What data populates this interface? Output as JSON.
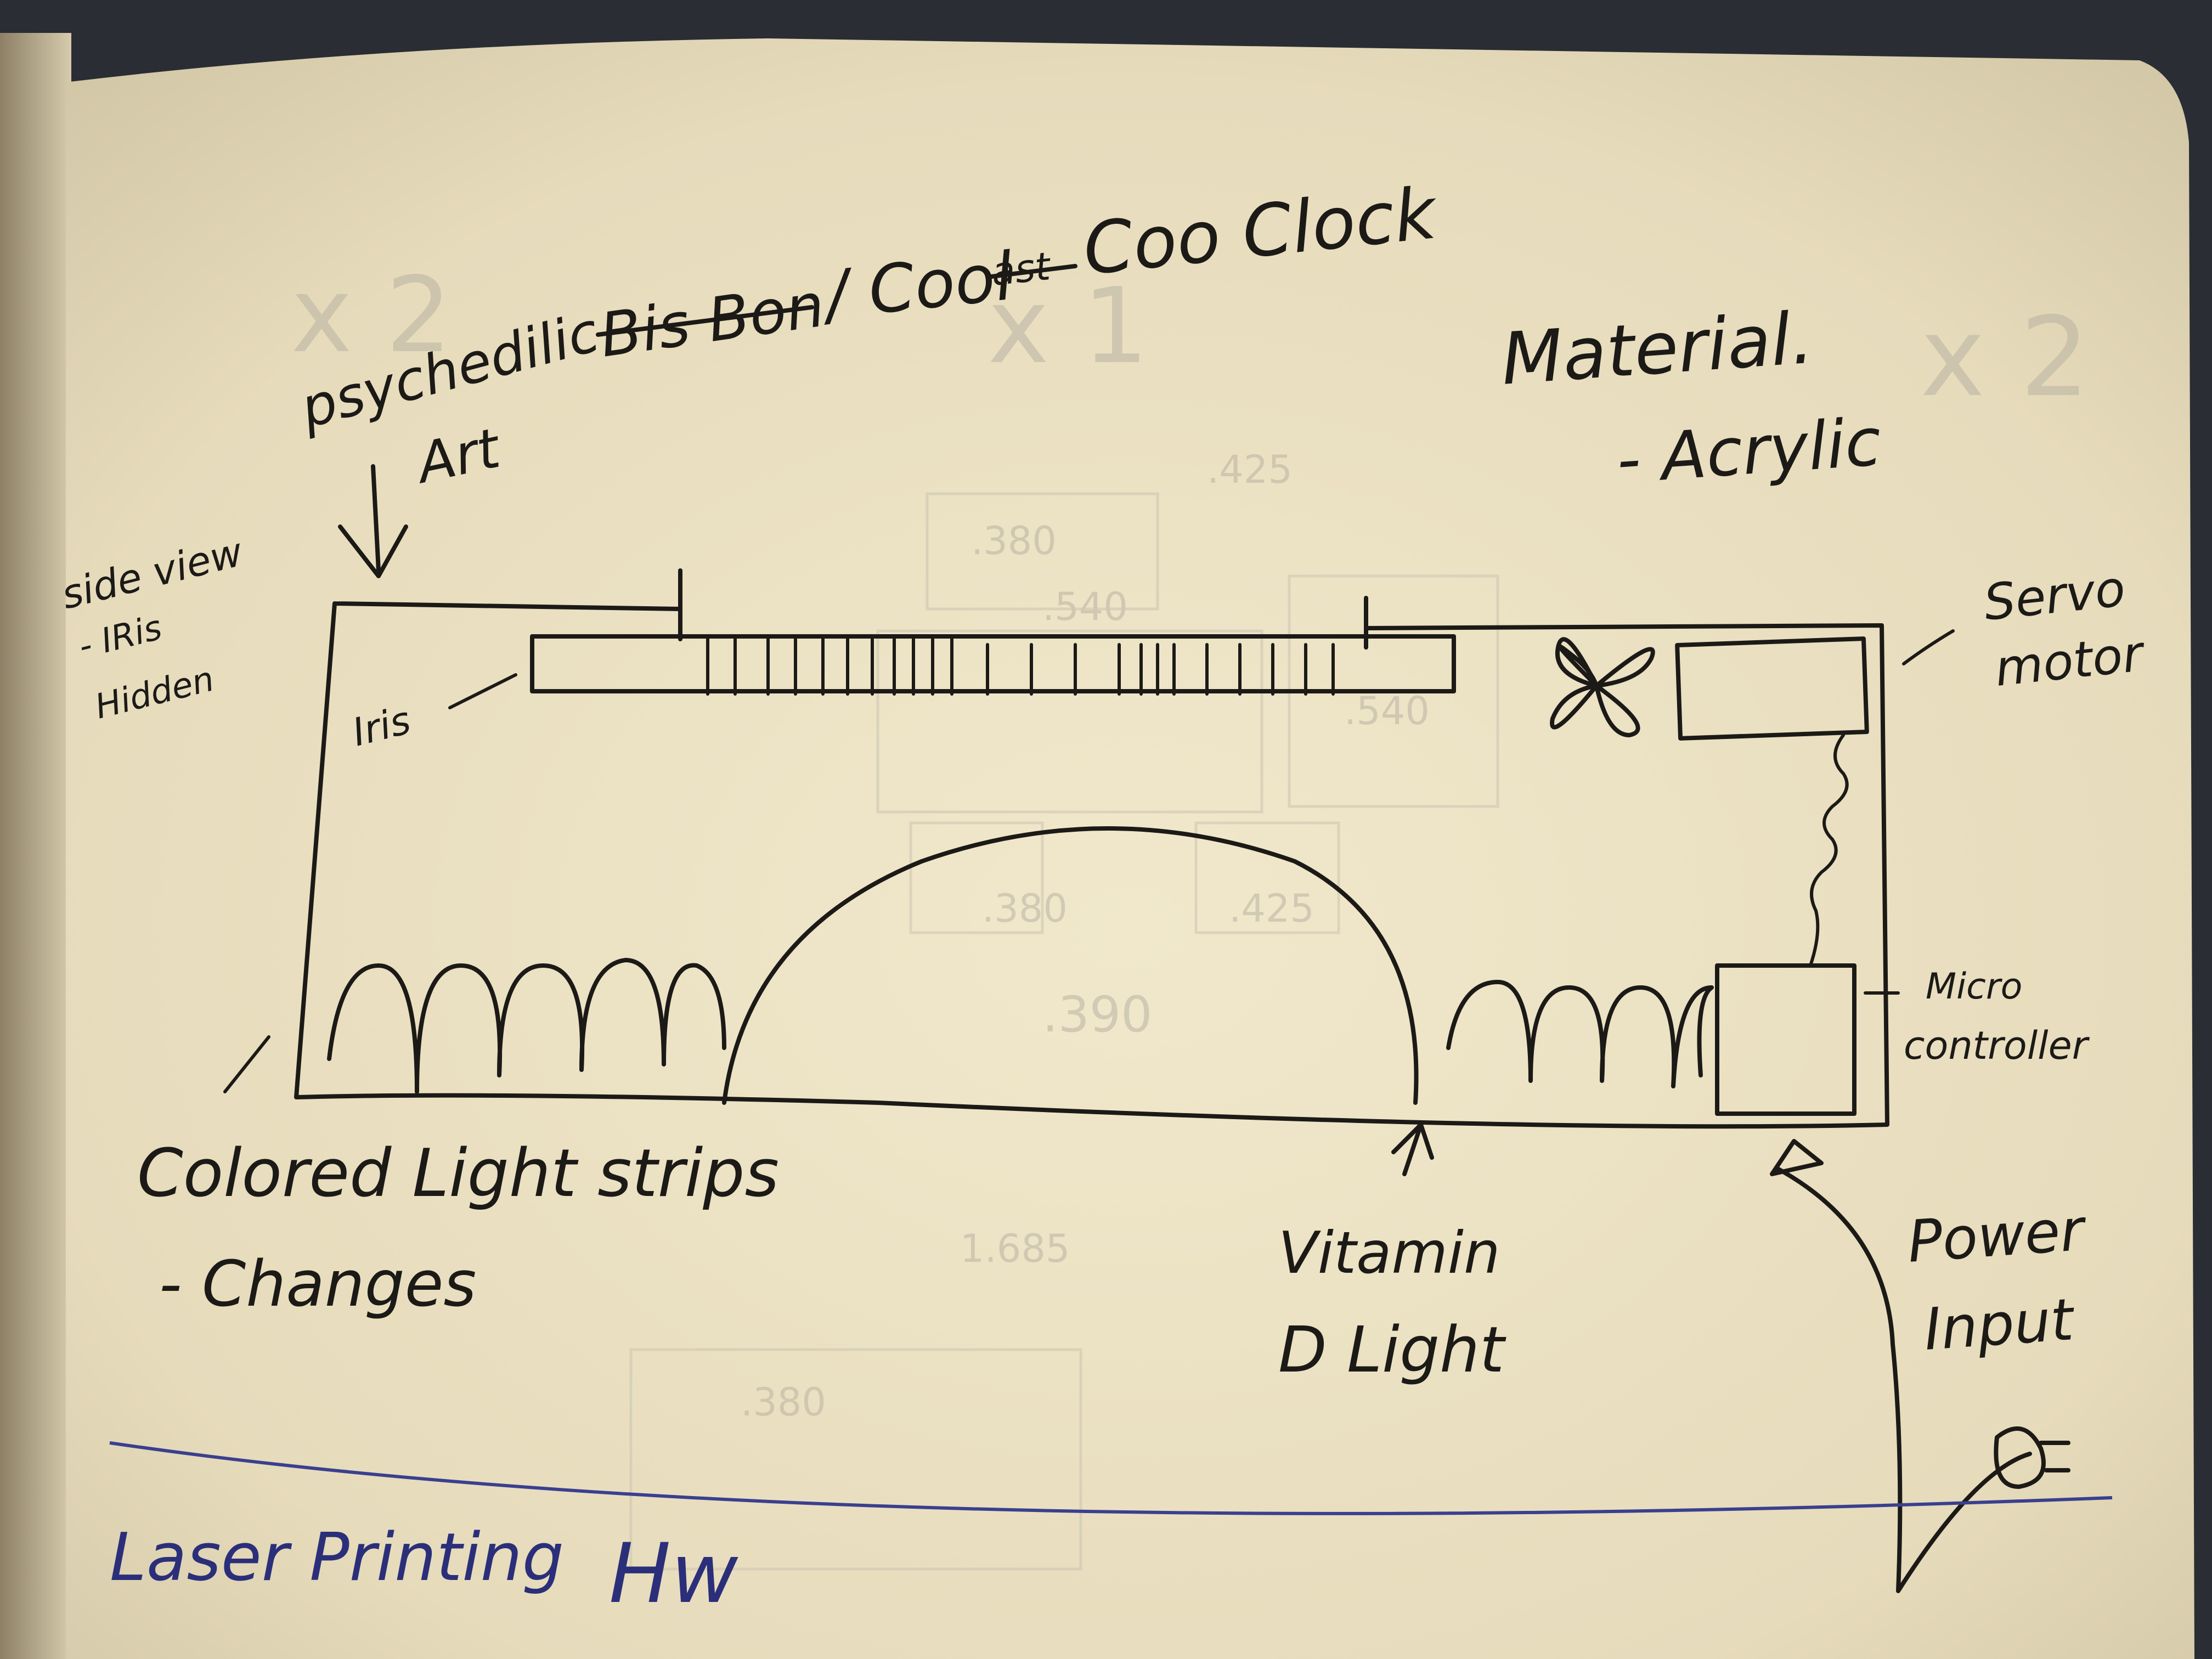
{
  "title": {
    "prefix": "psychedilic",
    "struck": "Bis Bon",
    "mid": "/ Cool",
    "struck2": "ast",
    "suffix": "Coo Clock"
  },
  "labels": {
    "psychedelic_art": "Art",
    "side_view": "side view",
    "iris_hidden_1": "- IRis",
    "iris_hidden_2": "Hidden",
    "iris": "Iris",
    "material_heading": "Material.",
    "material_item": "- Acrylic",
    "servo_1": "Servo",
    "servo_2": "motor",
    "micro_1": "Micro",
    "micro_2": "controller",
    "colored_lights_1": "Colored Light strips",
    "colored_lights_2": "- Changes",
    "vitamin_1": "Vitamin",
    "vitamin_2": "D Light",
    "power_1": "Power",
    "power_2": "Input",
    "footer_1": "Laser Printing",
    "footer_2": "Hw"
  },
  "colors": {
    "paper": "#ede3c5",
    "ink": "#1c1a17",
    "blue_ink": "#2b2f7a",
    "background": "#2a2d33"
  }
}
